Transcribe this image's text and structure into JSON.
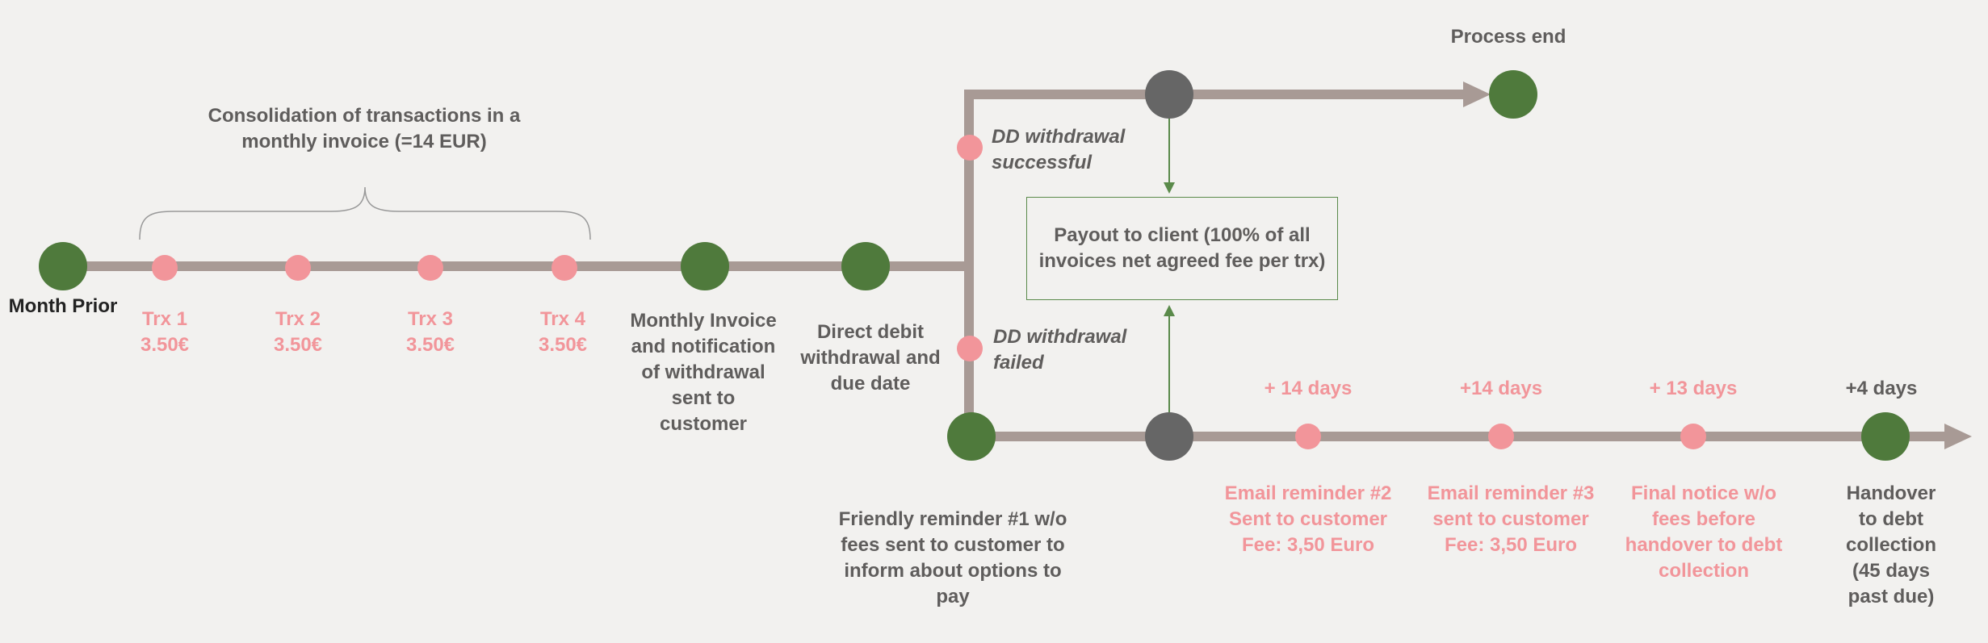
{
  "colors": {
    "line": "#a89a95",
    "green_node": "#4f7a3c",
    "gray_node": "#666666",
    "pink_node": "#f2959a",
    "box_border": "#5a8a4a"
  },
  "labels": {
    "month_prior": "Month Prior",
    "consolidation": "Consolidation of transactions in a\nmonthly invoice (=14 EUR)",
    "trx1": "Trx 1\n3.50€",
    "trx2": "Trx 2\n3.50€",
    "trx3": "Trx 3\n3.50€",
    "trx4": "Trx 4\n3.50€",
    "monthly_invoice": "Monthly Invoice\nand notification\nof withdrawal\nsent to\ncustomer",
    "direct_debit": "Direct debit\nwithdrawal and\ndue date",
    "dd_success": "DD withdrawal\nsuccessful",
    "dd_failed": "DD withdrawal\nfailed",
    "process_end": "Process end",
    "payout": "Payout to client (100% of all\ninvoices net agreed fee per trx)",
    "plus14a": "+ 14 days",
    "plus14b": "+14 days",
    "plus13": "+ 13 days",
    "plus4": "+4 days",
    "friendly_reminder": "Friendly reminder #1 w/o\nfees sent to customer to\ninform about options to\npay",
    "email2": "Email reminder #2\nSent to customer\nFee: 3,50 Euro",
    "email3": "Email reminder #3\nsent to customer\nFee: 3,50 Euro",
    "final_notice": "Final notice w/o\nfees before\nhandover to debt\ncollection",
    "handover": "Handover to debt\ncollection\n(45 days past due)"
  }
}
